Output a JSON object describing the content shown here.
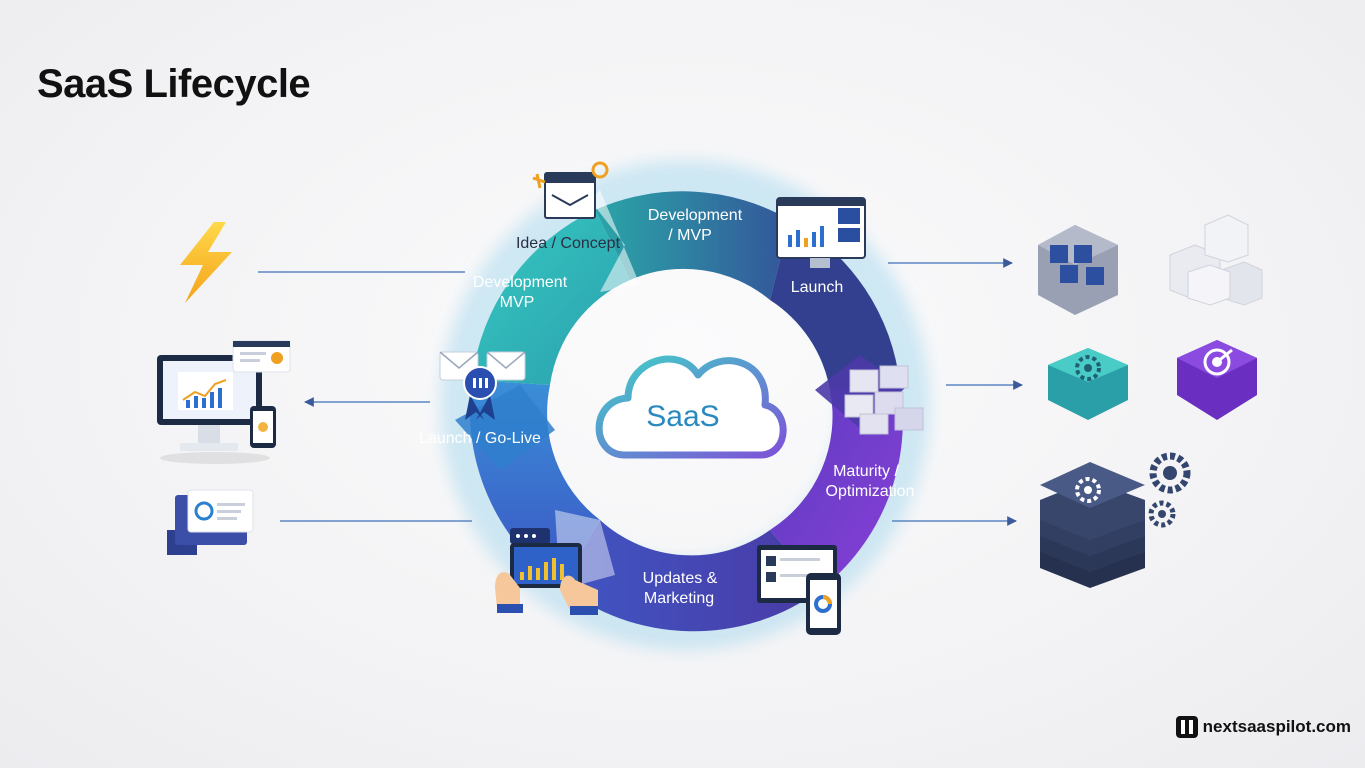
{
  "title": "SaaS Lifecycle",
  "center_label": "SaaS",
  "stages": {
    "idea_concept": "Idea / Concept",
    "development_mvp_top_line1": "Development",
    "development_mvp_top_line2": "/ MVP",
    "development_mvp_left_line1": "Development",
    "development_mvp_left_line2": "MVP",
    "launch": "Launch",
    "launch_go_live": "Launch / Go-Live",
    "maturity_line1": "Maturity /",
    "maturity_line2": "Optimization",
    "updates_line1": "Updates &",
    "updates_line2": "Marketing"
  },
  "brand": "nextsaaspilot.com",
  "colors": {
    "teal": "#2bb8b4",
    "blue": "#3d6fd1",
    "indigo": "#3b3f93",
    "purple": "#7a3bd0",
    "cloud_stroke": "#34c0c9"
  },
  "icons": [
    "lightning-icon",
    "desktop-analytics-icon",
    "document-card-icon",
    "envelope-icon",
    "badge-icon",
    "window-settings-icon",
    "monitor-chart-icon",
    "cubes-icon",
    "tablet-chart-icon",
    "mobile-dashboard-icon",
    "layered-cube-icon",
    "white-blocks-icon",
    "teal-gear-block-icon",
    "purple-target-block-icon",
    "server-stack-icon",
    "gears-icon"
  ]
}
